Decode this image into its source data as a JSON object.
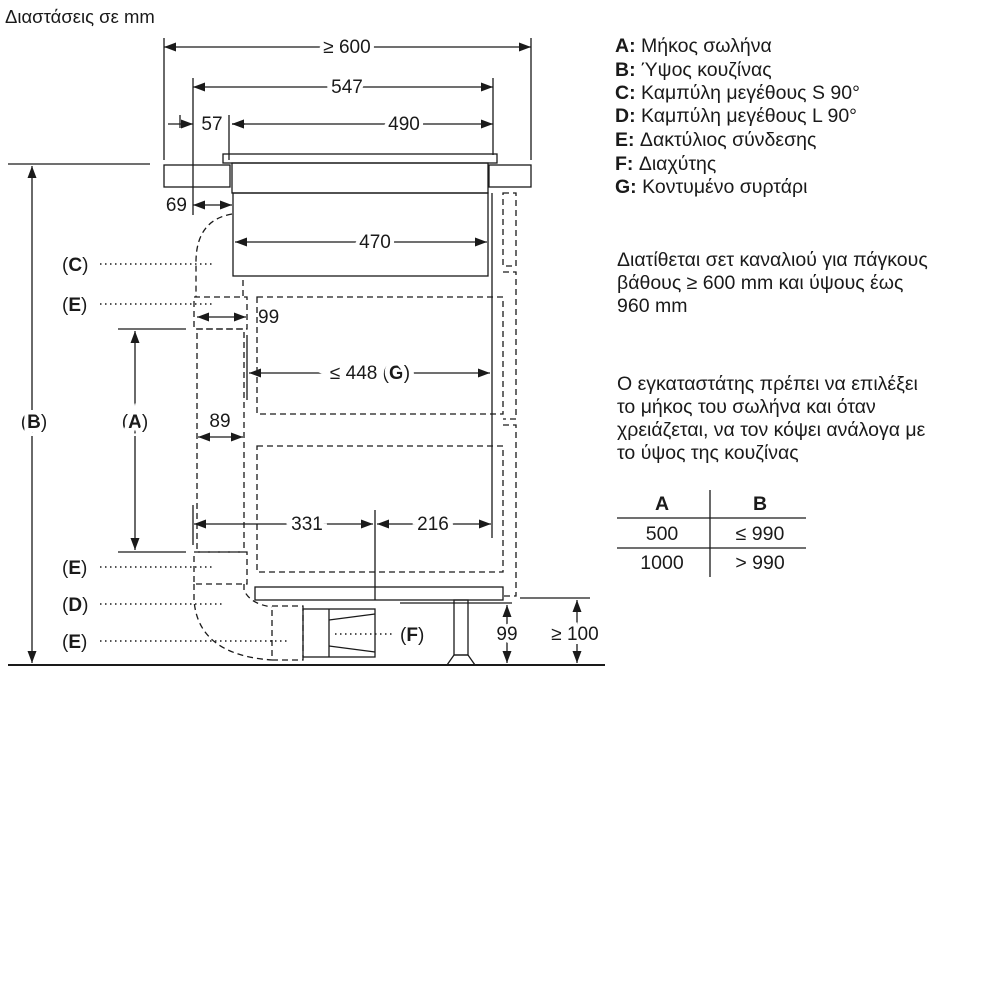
{
  "title": "Διαστάσεις σε mm",
  "dimensions": {
    "overall_width": "≥ 600",
    "width_547": "547",
    "offset_57": "57",
    "width_490": "490",
    "offset_69": "69",
    "unit_width_470": "470",
    "ring_99": "99",
    "duct_89": "89",
    "drawer_448": "≤ 448",
    "drawer_letter": "G",
    "left_331": "331",
    "right_216": "216",
    "plinth_99": "99",
    "plinth_100": "≥ 100"
  },
  "callouts": {
    "A": "A",
    "B": "B",
    "C": "C",
    "D": "D",
    "E": "E",
    "F": "F"
  },
  "legend": [
    {
      "key": "A:",
      "text": "Μήκος σωλήνα"
    },
    {
      "key": "B:",
      "text": "Ύψος κουζίνας"
    },
    {
      "key": "C:",
      "text": "Καμπύλη μεγέθους S 90°"
    },
    {
      "key": "D:",
      "text": "Καμπύλη μεγέθους L 90°"
    },
    {
      "key": "E:",
      "text": "Δακτύλιος σύνδεσης"
    },
    {
      "key": "F:",
      "text": "Διαχύτης"
    },
    {
      "key": "G:",
      "text": "Κοντυμένο συρτάρι"
    }
  ],
  "notes": [
    [
      "Διατίθεται σετ καναλιού για πάγκους",
      "βάθους ≥ 600 mm και ύψους έως",
      "960 mm"
    ],
    [
      "Ο εγκαταστάτης πρέπει να επιλέξει",
      "το μήκος του σωλήνα και όταν",
      "χρειάζεται, να τον κόψει ανάλογα με",
      "το ύψος της κουζίνας"
    ]
  ],
  "table": {
    "headers": [
      "A",
      "B"
    ],
    "rows": [
      [
        "500",
        "≤ 990"
      ],
      [
        "1000",
        "> 990"
      ]
    ]
  }
}
